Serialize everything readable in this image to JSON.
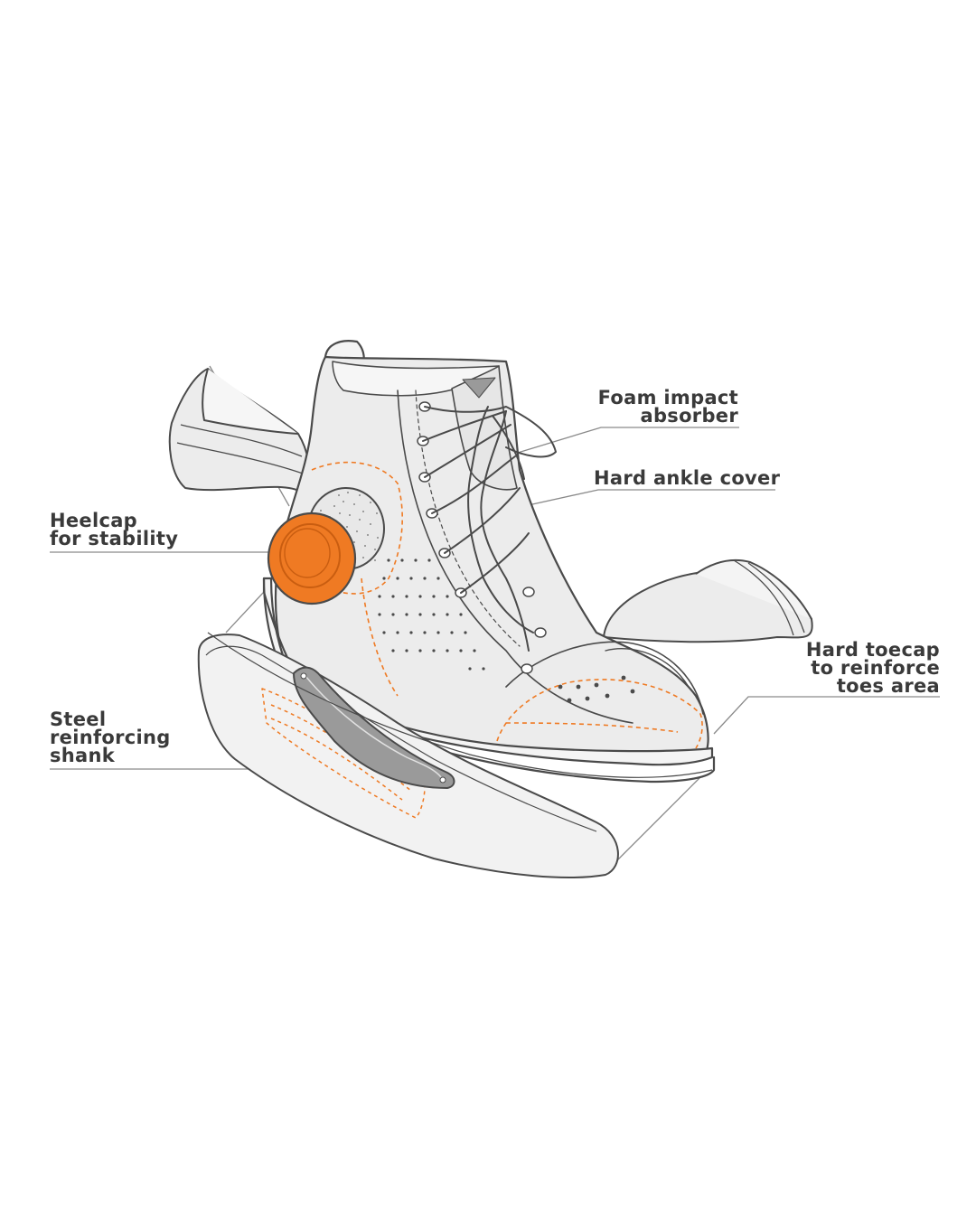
{
  "colors": {
    "outline": "#4a4a4a",
    "fill": "#ececec",
    "fill_light": "#f4f4f4",
    "accent": "#ef7a23",
    "accent_dark": "#c95d10",
    "leader": "#8a8a8a",
    "text": "#3a3a3a"
  },
  "labels": {
    "foam": {
      "line1": "Foam impact",
      "line2": "absorber"
    },
    "ankle": {
      "line1": "Hard ankle cover"
    },
    "heelcap": {
      "line1": "Heelcap",
      "line2": "for stability"
    },
    "toecap": {
      "line1": "Hard toecap",
      "line2": "to reinforce",
      "line3": "toes area"
    },
    "shank": {
      "line1": "Steel",
      "line2": "reinforcing",
      "line3": "shank"
    }
  }
}
